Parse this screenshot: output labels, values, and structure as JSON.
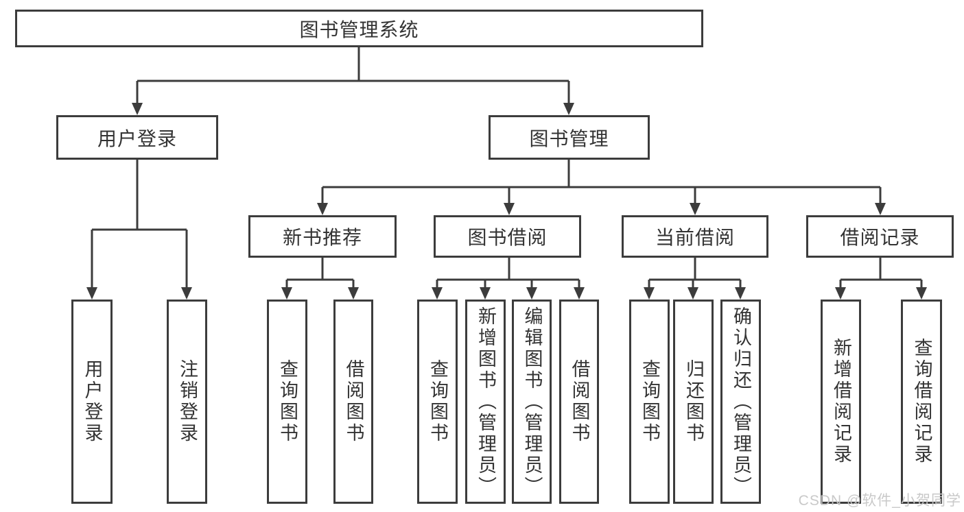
{
  "colors": {
    "line": "#3c3c3c",
    "box_border": "#3c3c3c",
    "text": "#333333",
    "watermark": "#c6c6c6",
    "background": "#ffffff"
  },
  "watermark": "CSDN @软件_小贺同学",
  "root": {
    "label": "图书管理系统",
    "children": [
      {
        "label": "用户登录",
        "children": [
          {
            "label": "用户登录"
          },
          {
            "label": "注销登录"
          }
        ]
      },
      {
        "label": "图书管理",
        "children": [
          {
            "label": "新书推荐",
            "children": [
              {
                "label": "查询图书"
              },
              {
                "label": "借阅图书"
              }
            ]
          },
          {
            "label": "图书借阅",
            "children": [
              {
                "label": "查询图书"
              },
              {
                "label": "新增图书（管理员）"
              },
              {
                "label": "编辑图书（管理员）"
              },
              {
                "label": "借阅图书"
              }
            ]
          },
          {
            "label": "当前借阅",
            "children": [
              {
                "label": "查询图书"
              },
              {
                "label": "归还图书"
              },
              {
                "label": "确认归还（管理员）"
              }
            ]
          },
          {
            "label": "借阅记录",
            "children": [
              {
                "label": "新增借阅记录"
              },
              {
                "label": "查询借阅记录"
              }
            ]
          }
        ]
      }
    ]
  }
}
